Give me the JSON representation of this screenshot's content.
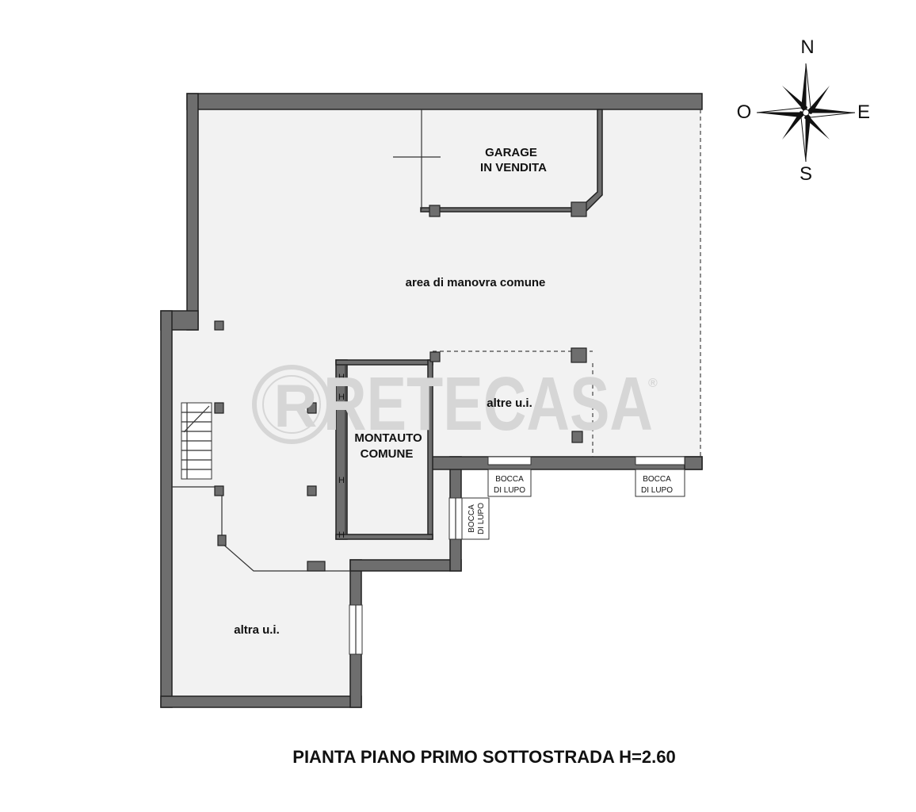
{
  "plan": {
    "title": "PIANTA PIANO PRIMO SOTTOSTRADA H=2.60",
    "rooms": {
      "garage_line1": "GARAGE",
      "garage_line2": "IN VENDITA",
      "manovra": "area di manovra comune",
      "montauto_line1": "MONTAUTO",
      "montauto_line2": "COMUNE",
      "altre_ui": "altre u.i.",
      "altra_ui": "altra u.i."
    },
    "bocca_di_lupo": [
      {
        "line1": "BOCCA",
        "line2": "DI LUPO"
      },
      {
        "line1": "BOCCA",
        "line2": "DI LUPO"
      },
      {
        "line1": "BOCCA",
        "line2": "DI LUPO"
      }
    ],
    "h_marks": [
      "H",
      "H",
      "H",
      "H"
    ]
  },
  "compass": {
    "north": "N",
    "south": "S",
    "east": "E",
    "west": "O"
  },
  "watermark": {
    "text": "RETECASA",
    "reg": "®"
  },
  "colors": {
    "wall": "#6e6e6e",
    "floor": "#f2f2f2",
    "watermark": "#d6d6d6"
  }
}
